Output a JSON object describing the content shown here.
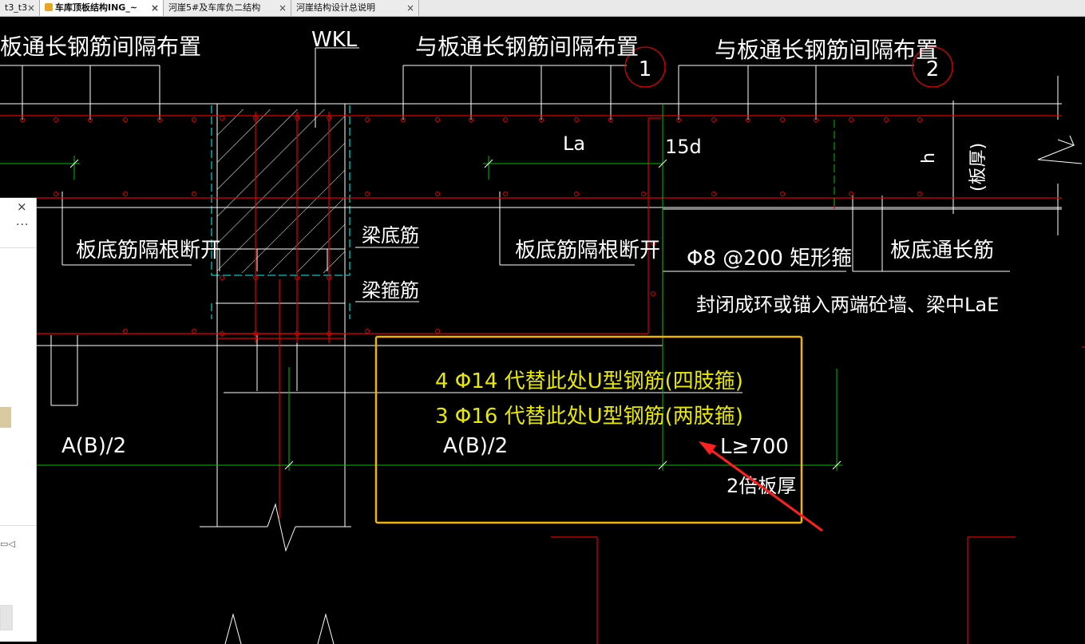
{
  "tabs": [
    {
      "label": "t3_t3",
      "active": false
    },
    {
      "label": "车库顶板结构ING_~",
      "active": true
    },
    {
      "label": "河崖5#及车库负二结构",
      "active": false
    },
    {
      "label": "河崖结构设计总说明",
      "active": false
    }
  ],
  "tab_close_glyph": "×",
  "drawing": {
    "top_left_label": "板通长钢筋间隔布置",
    "wkl_label": "WKL",
    "top_mid_label": "与板通长钢筋间隔布置",
    "top_right_label": "与板通长钢筋间隔布置",
    "circle_1": "1",
    "circle_2": "2",
    "la_label": "La",
    "d15_label": "15d",
    "h_label": "h",
    "plate_thickness_label": "(板厚)",
    "bottom_break_left": "板底筋隔根断开",
    "beam_bottom_bar": "梁底筋",
    "beam_stirrup": "梁箍筋",
    "bottom_break_mid": "板底筋隔根断开",
    "stirrup_spec": "Φ8 @200 矩形箍",
    "closed_loop_note": "封闭成环或锚入两端砼墙、梁中LaE",
    "bottom_long_bar": "板底通长筋",
    "note_line1": "4 Φ14 代替此处U型钢筋(四肢箍)",
    "note_line2": "3 Φ16 代替此处U型钢筋(两肢箍)",
    "ab_left": "A(B)/2",
    "ab_mid": "A(B)/2",
    "l_min": "L≥700",
    "double_thickness": "2倍板厚"
  },
  "panel": {
    "close_glyph": "×",
    "more_glyph": "···"
  },
  "colors": {
    "background": "#000000",
    "rebar_red": "#e00000",
    "dimension_green": "#00c000",
    "text_white": "#ffffff",
    "note_yellow": "#e8e800",
    "highlight_box": "#f0b400",
    "arrow_red": "#ff2020",
    "column_cyan": "#00c8c8"
  }
}
